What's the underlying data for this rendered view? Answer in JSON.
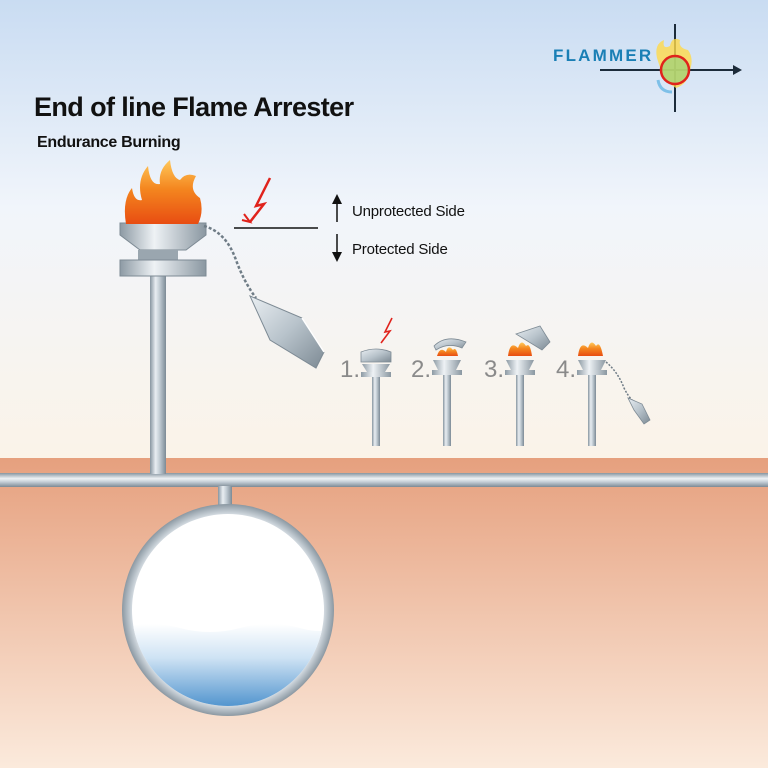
{
  "title": "End of line Flame Arrester",
  "subtitle": "Endurance Burning",
  "labels": {
    "unprotected": "Unprotected Side",
    "protected": "Protected Side"
  },
  "brand": {
    "name": "FLAMMER",
    "color": "#1a7fb5"
  },
  "steps": [
    "1.",
    "2.",
    "3.",
    "4."
  ],
  "colors": {
    "sky_top": "#c9dcf2",
    "ground": "#e8a482",
    "pipe": "#b7c3cc",
    "liquid": "#2f7fc4",
    "flame": "#f07a1a",
    "lightning": "#e0231c"
  },
  "icons": [
    "lightning-icon",
    "flame-icon",
    "logo-crosshair-icon"
  ]
}
